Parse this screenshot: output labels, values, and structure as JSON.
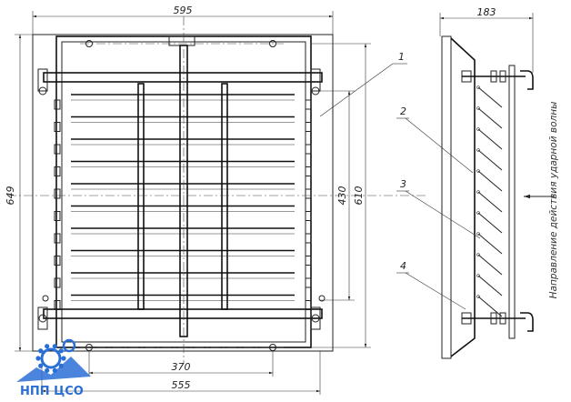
{
  "dimensions": {
    "top_width": "595",
    "side_width": "183",
    "total_height": "649",
    "inner_height": "430",
    "frame_height": "610",
    "hole_spacing": "370",
    "bottom_width": "555"
  },
  "callouts": [
    "1",
    "2",
    "3",
    "4"
  ],
  "side_note": "Направление действия ударной волны",
  "logo": {
    "text": "НПП ЦСО",
    "color": "#2a6fd6"
  }
}
